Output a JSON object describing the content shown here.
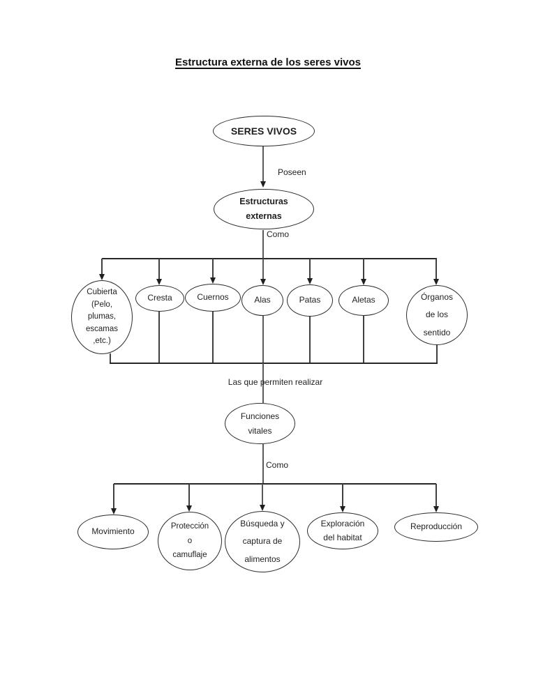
{
  "title": "Estructura externa de los seres vivos",
  "diagram": {
    "root": "SERES VIVOS",
    "level2": "Estructuras\nexternas",
    "level4": "Funciones\nvitales",
    "edge_labels": {
      "poseen": "Poseen",
      "como_top": "Como",
      "permiten": "Las que permiten realizar",
      "como_bottom": "Como"
    },
    "structures": [
      {
        "label": "Cubierta\n(Pelo,\nplumas,\nescamas\n,etc.)"
      },
      {
        "label": "Cresta"
      },
      {
        "label": "Cuernos"
      },
      {
        "label": "Alas"
      },
      {
        "label": "Patas"
      },
      {
        "label": "Aletas"
      },
      {
        "label": "Órganos\nde los\nsentido"
      }
    ],
    "functions": [
      {
        "label": "Movimiento"
      },
      {
        "label": "Protección\no\ncamuflaje"
      },
      {
        "label": "Búsqueda y\ncaptura de\nalimentos"
      },
      {
        "label": "Exploración\ndel habitat"
      },
      {
        "label": "Reproducción"
      }
    ],
    "colors": {
      "background": "#ffffff",
      "line": "#404040",
      "center_line": "#595959",
      "border": "#2b2b2b",
      "text": "#1f1f1f"
    }
  }
}
